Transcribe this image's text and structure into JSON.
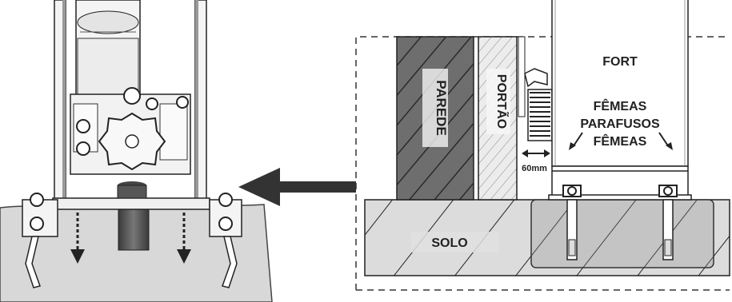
{
  "labels": {
    "wall": "PAREDE",
    "gate": "PORTÃO",
    "fort": "FORT",
    "femeas_top": "FÊMEAS",
    "parafusos": "PARAFUSOS",
    "femeas_bottom": "FÊMEAS",
    "distance": "60mm",
    "soil": "SOLO"
  },
  "icons": {
    "callout_arrow": "arrow-left-icon",
    "fastener_arrows": "arrow-down-icon"
  },
  "colors": {
    "wall_hatch": "#6b6b6b",
    "gate_hatch": "#e6e6e6",
    "ground": "#d9d9d9",
    "arrow": "#333333",
    "line": "#1a1a1a"
  }
}
